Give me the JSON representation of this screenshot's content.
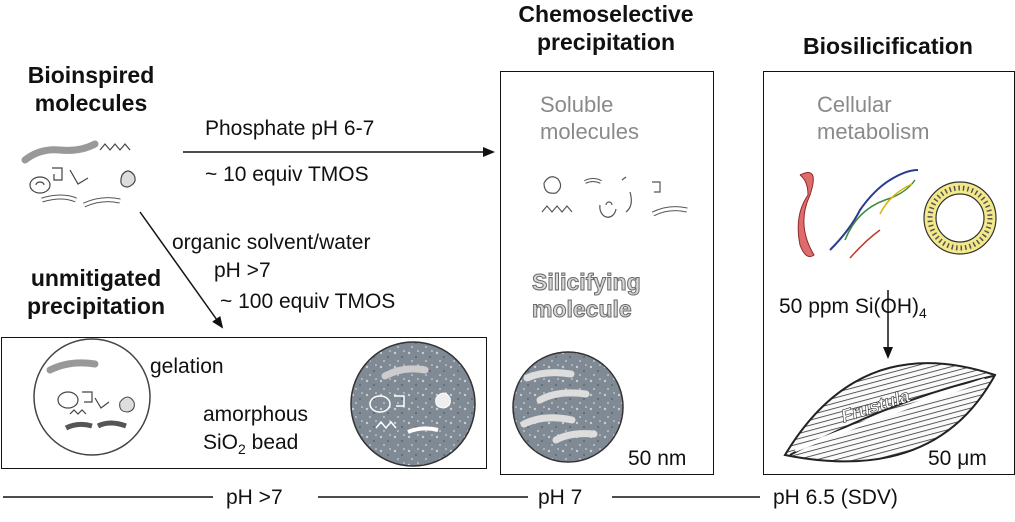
{
  "headers": {
    "bioinspired": [
      "Bioinspired",
      "molecules"
    ],
    "chemoselective": [
      "Chemoselective",
      "precipitation"
    ],
    "biosilicification": "Biosilicification",
    "unmitigated": [
      "unmitigated",
      "precipitation"
    ]
  },
  "arrows": {
    "phosphate": "Phosphate pH 6-7",
    "tmos10": "~ 10 equiv TMOS",
    "organic": "organic solvent/water",
    "ph_gt7_arrow": "pH >7",
    "tmos100": "~ 100 equiv TMOS",
    "si_prefix": "50 ppm Si(OH)",
    "si_sub": "4"
  },
  "labels": {
    "soluble": [
      "Soluble",
      "molecules"
    ],
    "silicifying": [
      "Silicifying",
      "molecule"
    ],
    "cellular": [
      "Cellular",
      "metabolism"
    ],
    "gelation": "gelation",
    "amorphous": "amorphous",
    "sio2_prefix": "SiO",
    "sio2_sub": "2",
    "bead": " bead",
    "frustula": "Frustula",
    "scale_nm": "50 nm",
    "scale_um": "50 μm"
  },
  "ph_bar": {
    "ph1": "pH >7",
    "ph2": "pH 7",
    "ph3": "pH 6.5 (SDV)"
  }
}
